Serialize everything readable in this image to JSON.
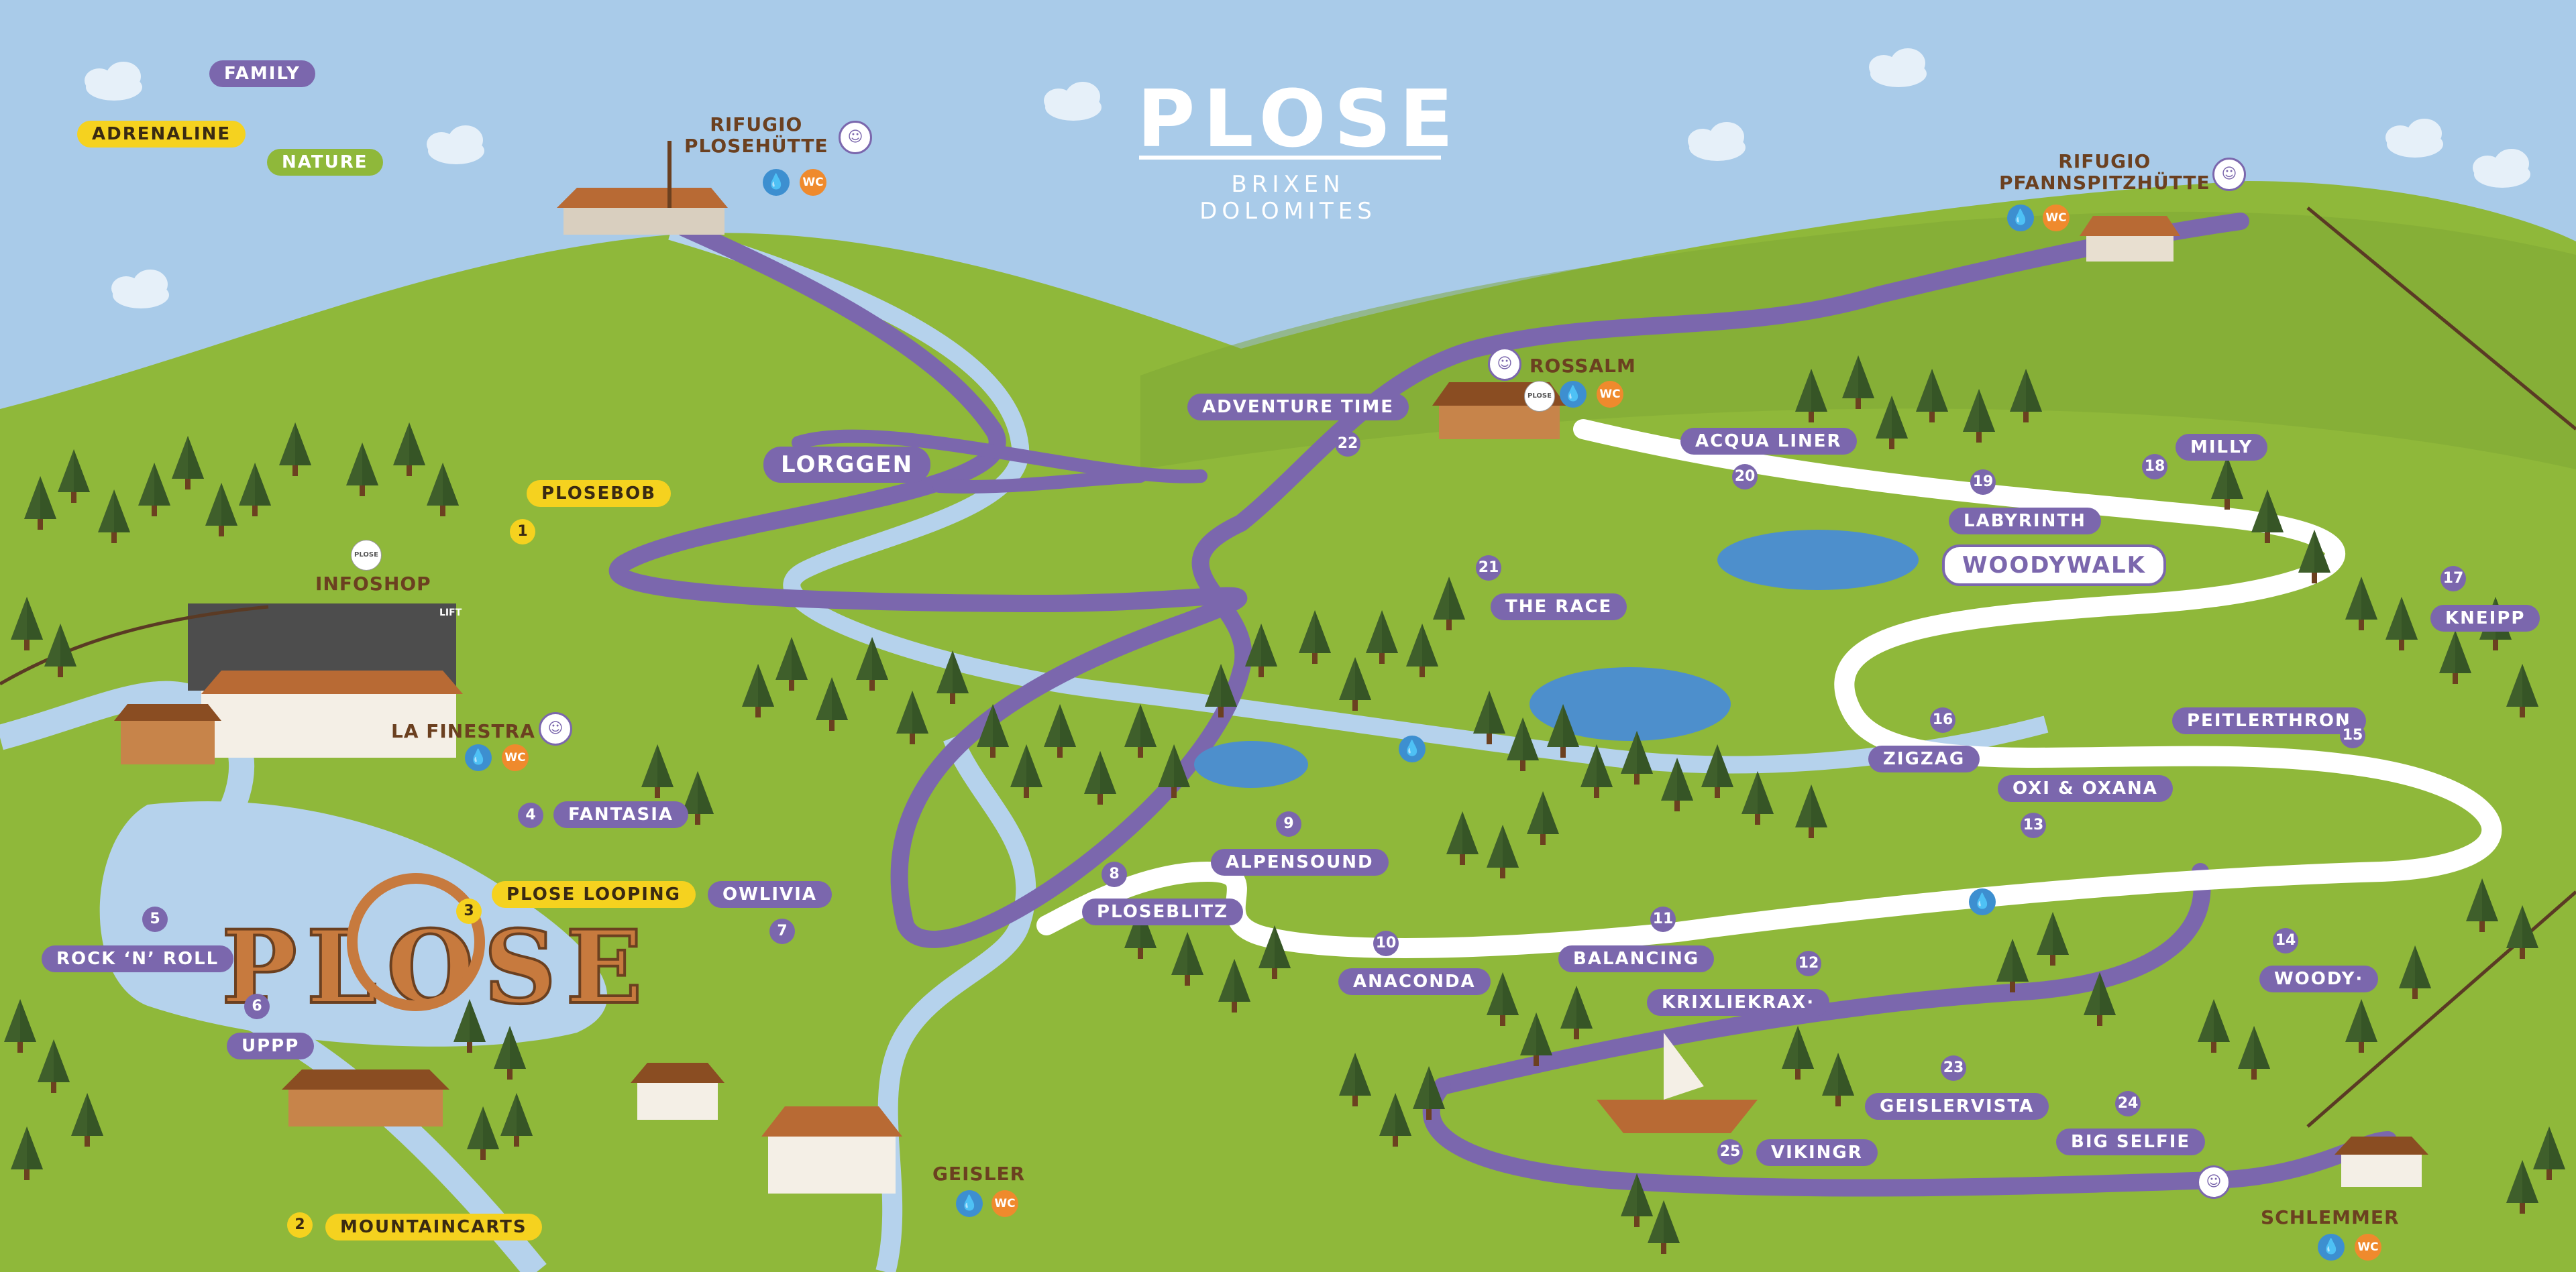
{
  "logo": {
    "title": "PLOSE",
    "subtitle": "BRIXEN DOLOMITES"
  },
  "legend": [
    {
      "label": "FAMILY",
      "color": "#7b67ad"
    },
    {
      "label": "ADRENALINE",
      "color": "#f5d21f"
    },
    {
      "label": "NATURE",
      "color": "#8fb83a"
    }
  ],
  "trails": {
    "lorggen": "LORGGEN",
    "woodywalk": "WOODYWALK"
  },
  "places": {
    "plosehuette": "RIFUGIO\nPLOSEHÜTTE",
    "pfannspitz": "RIFUGIO\nPFANNSPITZHÜTTE",
    "rossalm": "ROSSALM",
    "infoshop": "INFOSHOP",
    "lafinestra": "LA FINESTRA",
    "geisler": "GEISLER",
    "schlemmer": "SCHLEMMER"
  },
  "icons": {
    "wc": "WC",
    "water": "💧",
    "stamp": "☺",
    "plose_badge": "PLOSE"
  },
  "scenery": {
    "ground_letters": "PLOSE",
    "lift_sign": "LIFT"
  },
  "stations": [
    {
      "n": "1",
      "label": "PLOSEBOB",
      "cat": "adrenaline"
    },
    {
      "n": "2",
      "label": "MOUNTAINCARTS",
      "cat": "adrenaline"
    },
    {
      "n": "3",
      "label": "PLOSE LOOPING",
      "cat": "adrenaline"
    },
    {
      "n": "4",
      "label": "FANTASIA",
      "cat": "family"
    },
    {
      "n": "5",
      "label": "ROCK ‘N’ ROLL",
      "cat": "family"
    },
    {
      "n": "6",
      "label": "UPPP",
      "cat": "family"
    },
    {
      "n": "7",
      "label": "OWLIVIA",
      "cat": "family"
    },
    {
      "n": "8",
      "label": "PLOSEBLITZ",
      "cat": "family"
    },
    {
      "n": "9",
      "label": "ALPENSOUND",
      "cat": "family"
    },
    {
      "n": "10",
      "label": "ANACONDA",
      "cat": "family"
    },
    {
      "n": "11",
      "label": "BALANCING",
      "cat": "family"
    },
    {
      "n": "12",
      "label": "KRIXLIEKRAX·",
      "cat": "family"
    },
    {
      "n": "13",
      "label": "OXI & OXANA",
      "cat": "family"
    },
    {
      "n": "14",
      "label": "WOODY·",
      "cat": "family"
    },
    {
      "n": "15",
      "label": "PEITLERTHRON",
      "cat": "family"
    },
    {
      "n": "16",
      "label": "ZIGZAG",
      "cat": "family"
    },
    {
      "n": "17",
      "label": "KNEIPP",
      "cat": "family"
    },
    {
      "n": "18",
      "label": "MILLY",
      "cat": "family"
    },
    {
      "n": "19",
      "label": "LABYRINTH",
      "cat": "family"
    },
    {
      "n": "20",
      "label": "ACQUA LINER",
      "cat": "family"
    },
    {
      "n": "21",
      "label": "THE RACE",
      "cat": "family"
    },
    {
      "n": "22",
      "label": "ADVENTURE TIME",
      "cat": "family"
    },
    {
      "n": "23",
      "label": "GEISLERVISTA",
      "cat": "family"
    },
    {
      "n": "24",
      "label": "BIG SELFIE",
      "cat": "family"
    },
    {
      "n": "25",
      "label": "VIKINGR",
      "cat": "family"
    }
  ],
  "colors": {
    "sky": "#a9cbe9",
    "grass": "#8fb83a",
    "grass_dark": "#7da634",
    "purple_trail": "#7b67ad",
    "white_trail": "#ffffff",
    "stream": "#b5d2ec",
    "wood": "#b86a34",
    "tree": "#3f5f2b",
    "water_icon": "#3d8fd0",
    "wc_icon": "#ef8a2d"
  }
}
